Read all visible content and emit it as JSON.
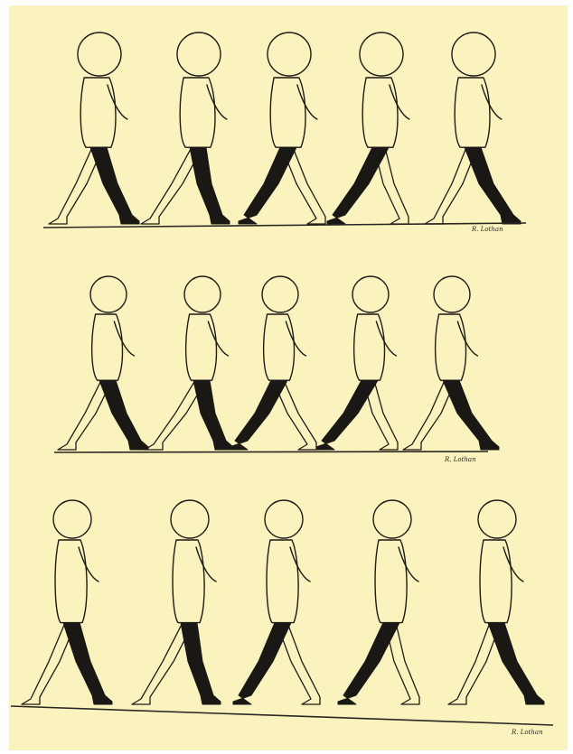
{
  "image": {
    "background_color": "#ffffff",
    "paper_color": "#fbf3bd",
    "ink_color": "#1d1b16",
    "highlight_leg_color": "#1a1814"
  },
  "rows": [
    {
      "figures": 5,
      "signature": "R. Lothan"
    },
    {
      "figures": 5,
      "signature": "R. Lothan"
    },
    {
      "figures": 5,
      "signature": "R. Lothan"
    }
  ]
}
